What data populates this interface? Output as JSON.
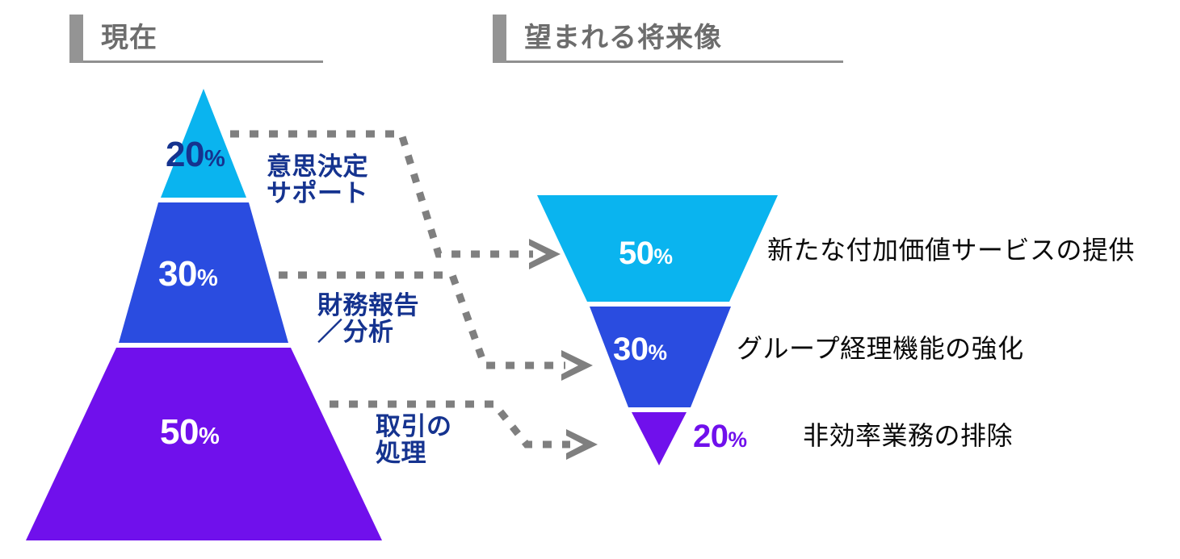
{
  "sections": {
    "current": {
      "title": "現在"
    },
    "future": {
      "title": "望まれる将来像"
    }
  },
  "pyramid": {
    "tiers": [
      {
        "percent": "20",
        "symbol": "%",
        "color": "#0ab4ef",
        "text_color": "#15338f"
      },
      {
        "percent": "30",
        "symbol": "%",
        "color": "#2a4ce0",
        "text_color": "#ffffff"
      },
      {
        "percent": "50",
        "symbol": "%",
        "color": "#7010ec",
        "text_color": "#ffffff"
      }
    ]
  },
  "connectors": {
    "labels": [
      {
        "line1": "意思決定",
        "line2": "サポート"
      },
      {
        "line1": "財務報告",
        "line2": "／分析"
      },
      {
        "line1": "取引の",
        "line2": "処理"
      }
    ],
    "color": "#7f7f7f"
  },
  "funnel": {
    "tiers": [
      {
        "percent": "50",
        "symbol": "%",
        "color": "#0ab4ef",
        "text_color": "#ffffff",
        "description": "新たな付加価値サービスの提供"
      },
      {
        "percent": "30",
        "symbol": "%",
        "color": "#2a4ce0",
        "text_color": "#ffffff",
        "description": "グループ経理機能の強化"
      },
      {
        "percent": "20",
        "symbol": "%",
        "color": "#7010ec",
        "text_color": "#7010ec",
        "description": "非効率業務の排除"
      }
    ]
  },
  "palette": {
    "cyan": "#0ab4ef",
    "blue": "#2a4ce0",
    "purple": "#7010ec",
    "navy": "#15338f",
    "gray_bar": "#949494",
    "gray_rule": "#909090",
    "header_text": "#6d6d6d",
    "arrow_gray": "#7f7f7f",
    "body_text": "#0a0a0a",
    "background": "#ffffff"
  }
}
